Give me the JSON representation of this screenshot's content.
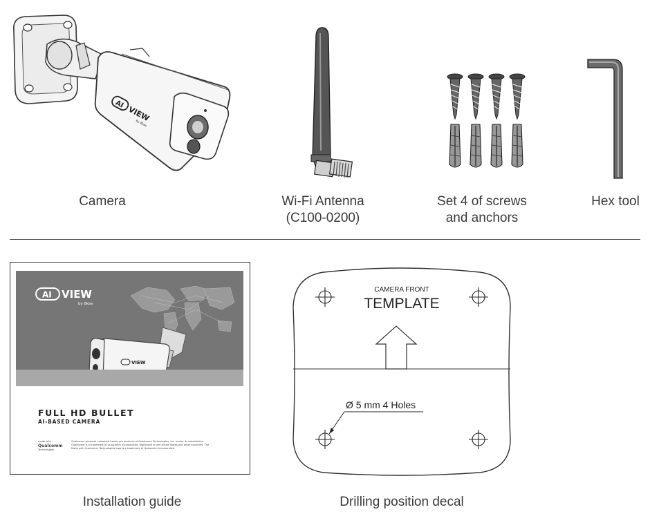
{
  "items_top": [
    {
      "caption": "Camera",
      "icon": "camera-icon"
    },
    {
      "caption_line1": "Wi-Fi Antenna",
      "caption_line2": "(C100-0200)",
      "icon": "antenna-icon"
    },
    {
      "caption_line1": "Set 4 of screws",
      "caption_line2": "and anchors",
      "icon": "screws-anchors-icon"
    },
    {
      "caption": "Hex tool",
      "icon": "hex-key-icon"
    }
  ],
  "items_bottom": [
    {
      "caption": "Installation guide",
      "icon": "booklet-icon"
    },
    {
      "caption": "Drilling position decal",
      "icon": "decal-icon"
    }
  ],
  "camera": {
    "brand_left": "AI",
    "brand_right": "VIEW",
    "brand_sub": "by 8kav"
  },
  "booklet": {
    "brand_left": "AI",
    "brand_right": "VIEW",
    "brand_sub": "by 8kav",
    "title": "FULL HD BULLET",
    "subtitle": "AI-BASED CAMERA",
    "made_with_line1": "made with",
    "made_with_line2": "Qualcomm",
    "made_with_line3": "Technologies",
    "legal_line1": "Qualcomm products contained herein are products of Qualcomm Technologies, Inc. and/or its subsidiaries.",
    "legal_line2": "Qualcomm is a trademark of Qualcomm Incorporated, registered in the United States and other countries. The",
    "legal_line3": "Made with Qualcomm Technologies logo is a trademark of Qualcomm Incorporated."
  },
  "decal": {
    "header_small": "CAMERA FRONT",
    "header_large": "TEMPLATE",
    "hole_label": "Ø 5 mm 4 Holes"
  },
  "colors": {
    "line": "#444444",
    "cover_bg": "#767676",
    "text": "#3a3a3a"
  }
}
